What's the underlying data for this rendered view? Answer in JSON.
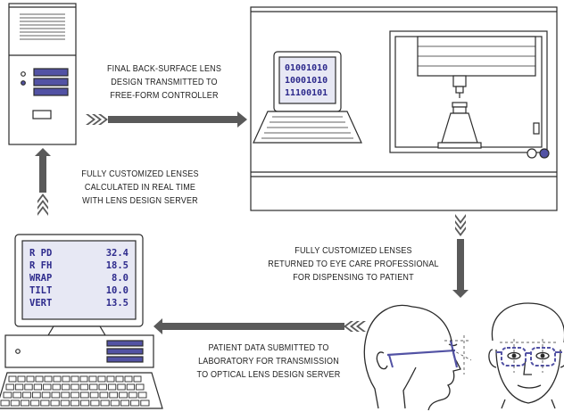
{
  "colors": {
    "outline": "#2b2b2b",
    "screen_fill": "#e7e8f4",
    "accent_blue": "#5252a4",
    "arrow_gray": "#5a5a5a",
    "screen_text": "#2d2a8c"
  },
  "labels": {
    "transmit_design": [
      "FINAL BACK-SURFACE LENS",
      "DESIGN TRANSMITTED TO",
      "FREE-FORM CONTROLLER"
    ],
    "calculate": [
      "FULLY CUSTOMIZED LENSES",
      "CALCULATED IN REAL TIME",
      "WITH LENS DESIGN SERVER"
    ],
    "returned": [
      "FULLY CUSTOMIZED LENSES",
      "RETURNED TO EYE CARE PROFESSIONAL",
      "FOR DISPENSING TO PATIENT"
    ],
    "submitted": [
      "PATIENT DATA SUBMITTED TO",
      "LABORATORY FOR TRANSMISSION",
      "TO OPTICAL LENS DESIGN SERVER"
    ]
  },
  "binary_screen": [
    "01001010",
    "10001010",
    "11100101"
  ],
  "measurements": [
    {
      "label": "R PD",
      "value": "32.4"
    },
    {
      "label": "R FH",
      "value": "18.5"
    },
    {
      "label": "WRAP",
      "value": "8.0"
    },
    {
      "label": "TILT",
      "value": "10.0"
    },
    {
      "label": "VERT",
      "value": "13.5"
    }
  ],
  "icons": {
    "server": "server-tower-icon",
    "generator": "free-form-generator-icon",
    "laptop": "laptop-icon",
    "workstation": "desktop-computer-icon",
    "patient_profile": "patient-profile-icon",
    "patient_front": "patient-front-icon"
  }
}
